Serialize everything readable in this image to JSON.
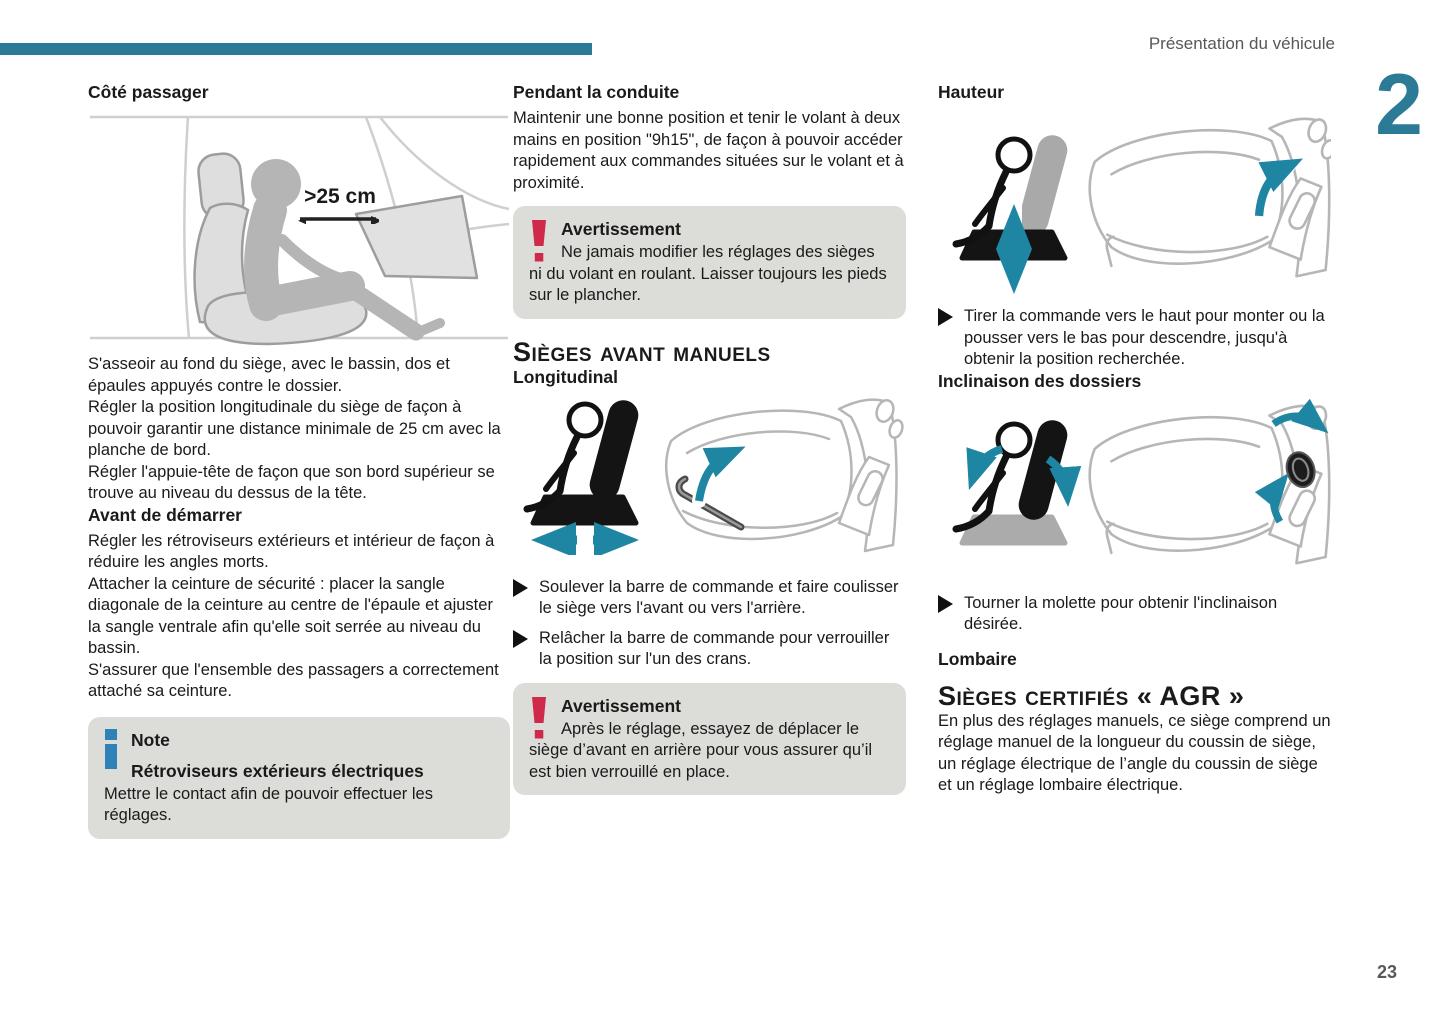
{
  "header": {
    "title": "Présentation du véhicule",
    "chapter_number": "2",
    "page_number": "23"
  },
  "colors": {
    "accent_teal": "#2b7a96",
    "arrow_teal": "#1e86a3",
    "warning_red": "#d02a4b",
    "note_blue": "#2e82b8",
    "box_gray": "#dcddd8",
    "header_gray": "#57575b"
  },
  "icons": {
    "note_icon": "info-i",
    "warning_icon": "exclamation-mark",
    "bullet_icon": "right-triangle"
  },
  "col1": {
    "heading": "Côté passager",
    "illustration_label": ">25 cm",
    "paragraphs": [
      "S'asseoir au fond du siège, avec le bassin, dos et épaules appuyés contre le dossier.",
      "Régler la position longitudinale du siège de façon à pouvoir garantir une distance minimale de 25 cm avec la planche de bord.",
      "Régler l'appuie-tête de façon que son bord supérieur se trouve au niveau du dessus de la tête."
    ],
    "subheading": "Avant de démarrer",
    "paragraphs2": [
      "Régler les rétroviseurs extérieurs et intérieur de façon à réduire les angles morts.",
      "Attacher la ceinture de sécurité : placer la sangle diagonale de la ceinture au centre de l'épaule et ajuster la sangle ventrale afin qu'elle soit serrée au niveau du bassin.",
      "S'assurer que l'ensemble des passagers a correctement attaché sa ceinture."
    ],
    "note": {
      "title": "Note",
      "subtitle": "Rétroviseurs extérieurs électriques",
      "body": "Mettre le contact afin de pouvoir effectuer les réglages."
    }
  },
  "col2": {
    "heading": "Pendant la conduite",
    "intro": "Maintenir une bonne position et tenir le volant à deux mains en position \"9h15\", de façon à pouvoir accéder rapidement aux commandes situées sur le volant et à proximité.",
    "warning1": {
      "title": "Avertissement",
      "body": "Ne jamais modifier les réglages des sièges ni du volant en roulant. Laisser toujours les pieds sur le plancher."
    },
    "section_heading": "Sièges avant manuels",
    "subheading": "Longitudinal",
    "bullets": [
      "Soulever la barre de commande et faire coulisser le siège vers l'avant ou vers l'arrière.",
      "Relâcher la barre de commande pour verrouiller la position sur l'un des crans."
    ],
    "warning2": {
      "title": "Avertissement",
      "body": "Après le réglage, essayez de déplacer le siège d’avant en arrière pour vous assurer qu’il est bien verrouillé en place."
    }
  },
  "col3": {
    "heading_hauteur": "Hauteur",
    "bullet_hauteur": "Tirer la commande vers le haut pour monter ou la pousser vers le bas pour descendre, jusqu'à obtenir la position recherchée.",
    "heading_inclinaison": "Inclinaison des dossiers",
    "bullet_inclinaison": "Tourner la molette pour obtenir l'inclinaison désirée.",
    "heading_lombaire": "Lombaire",
    "section_heading": "Sièges certifiés « AGR »",
    "body": "En plus des réglages manuels, ce siège comprend un réglage manuel de la longueur du coussin de siège, un réglage électrique de l’angle du coussin de siège et un réglage lombaire électrique."
  }
}
